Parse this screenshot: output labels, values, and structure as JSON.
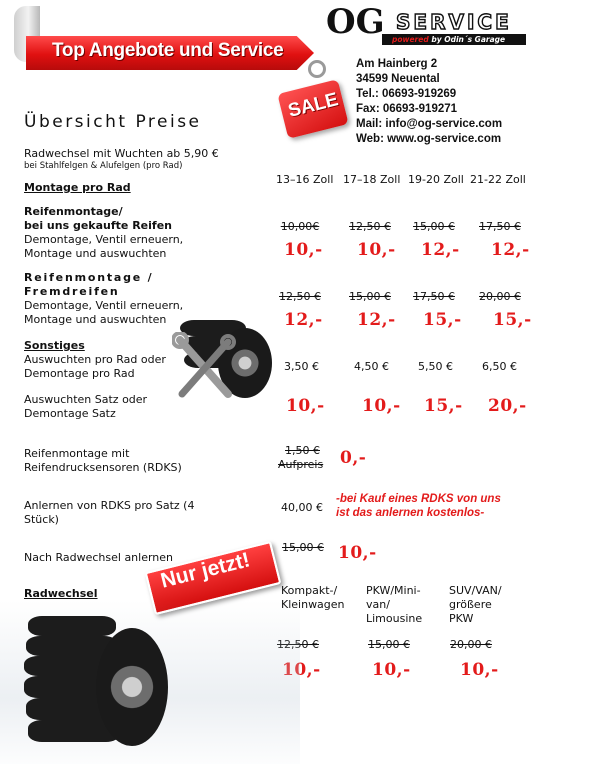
{
  "header": {
    "banner": "Top Angebote und Service",
    "logo_og": "OG",
    "logo_service": "SERVICE",
    "powered_a": "powered",
    "powered_b": "by Odin´s Garage",
    "sale": "SALE"
  },
  "address": {
    "street": "Am Hainberg 2",
    "city": "34599 Neuental",
    "tel": "Tel.: 06693-919269",
    "fax": "Fax: 06693-919271",
    "mail": "Mail: info@og-service.com",
    "web": "Web: www.og-service.com"
  },
  "title": "Übersicht Preise",
  "intro": {
    "line1": "Radwechsel mit Wuchten ab 5,90 €",
    "line2": "bei Stahlfelgen & Alufelgen (pro Rad)"
  },
  "columns": [
    "13–16 Zoll",
    "17–18 Zoll",
    "19-20 Zoll",
    "21-22 Zoll"
  ],
  "montage_header": "Montage pro Rad",
  "rows": {
    "reifen_gekauft": {
      "title1": "Reifenmontage/",
      "title2": "bei uns gekaufte Reifen",
      "desc1": "Demontage, Ventil erneuern,",
      "desc2": "Montage und auswuchten",
      "old": [
        "10,00€",
        "12,50 €",
        "15,00 €",
        "17,50 €"
      ],
      "new": [
        "10,-",
        "10,-",
        "12,-",
        "12,-"
      ]
    },
    "fremd": {
      "title1": "Reifenmontage /",
      "title2": "Fremdreifen",
      "desc1": "Demontage, Ventil erneuern,",
      "desc2": "Montage und auswuchten",
      "old": [
        "12,50 €",
        "15,00 €",
        "17,50 €",
        "20,00 €"
      ],
      "new": [
        "12,-",
        "12,-",
        "15,-",
        "15,-"
      ]
    },
    "sonstiges": {
      "title": "Sonstiges",
      "a1": "Auswuchten pro Rad oder",
      "a2": "Demontage pro Rad",
      "a_prices": [
        "3,50 €",
        "4,50 €",
        "5,50 €",
        "6,50 €"
      ],
      "b1": "Auswuchten Satz oder",
      "b2": "Demontage Satz",
      "b_new": [
        "10,-",
        "10,-",
        "15,-",
        "20,-"
      ]
    },
    "rdks": {
      "l1": "Reifenmontage mit",
      "l2": "Reifendrucksensoren (RDKS)",
      "old1": "1,50 €",
      "old2": "Aufpreis",
      "new": "0,-"
    },
    "anlernen": {
      "l1": "Anlernen von RDKS pro Satz (4",
      "l2": "Stück)",
      "price": "40,00 €",
      "note1": "-bei Kauf eines RDKS von uns",
      "note2": "ist das anlernen kostenlos-"
    },
    "nach": {
      "label": "Nach Radwechsel anlernen",
      "old": "15,00 €",
      "new": "10,-"
    }
  },
  "nur_jetzt": "Nur jetzt!",
  "radwechsel": {
    "title": "Radwechsel",
    "c1a": "Kompakt-/",
    "c1b": "Kleinwagen",
    "c2a": "PKW/Mini-",
    "c2b": "van/",
    "c2c": "Limousine",
    "c3a": "SUV/VAN/",
    "c3b": "größere",
    "c3c": "PKW",
    "old": [
      "12,50 €",
      "15,00 €",
      "20,00 €"
    ],
    "new": [
      "10,-",
      "10,-",
      "10,-"
    ]
  },
  "colors": {
    "accent_red": "#e31b1b",
    "banner_red": "#e01010"
  }
}
